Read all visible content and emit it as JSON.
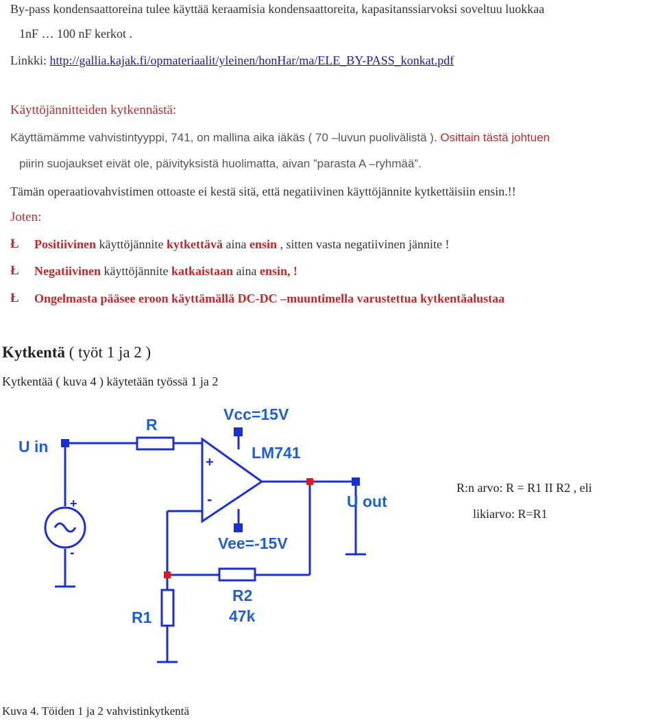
{
  "intro": {
    "line1": "By-pass kondensaattoreina tulee käyttää keraamisia kondensaattoreita, kapasitanssiarvoksi soveltuu luokkaa",
    "line2": "1nF … 100 nF kerkot ."
  },
  "link": {
    "prefix": "Linkki: ",
    "url": "http://gallia.kajak.fi/opmateriaalit/yleinen/honHar/ma/ELE_BY-PASS_konkat.pdf"
  },
  "supply": {
    "heading": "Käyttöjännitteiden kytkennästä:",
    "para1": "Käyttämämme vahvistintyyppi, 741, on mallina aika iäkäs ( 70 –luvun puolivälistä ).",
    "para1b": " Osittain tästä johtuen",
    "para2": "piirin suojaukset eivät ole, päivityksistä huolimatta, aivan ”parasta A –ryhmää”.",
    "para3": "Tämän operaatiovahvistimen ottoaste ei kestä sitä, että negatiivinen käyttöjännite kytkettäisiin ensin.!!",
    "joten": "Joten:"
  },
  "bullets": {
    "symbol": "Ł",
    "b1": {
      "a": "Positiivinen",
      "b": " käyttöjännite ",
      "c": "kytkettävä",
      "d": " aina ",
      "e": "ensin",
      "f": " , sitten vasta negatiivinen jännite !"
    },
    "b2": {
      "a": "Negatiivinen",
      "b": " käyttöjännite ",
      "c": "katkaistaan",
      "d": " aina ",
      "e": "ensin, !"
    },
    "b3": "Ongelmasta pääsee eroon käyttämällä DC-DC –muuntimella varustettua kytkentäalustaa"
  },
  "section": {
    "title_bold": "Kytkentä",
    "title_rest": " ( työt 1 ja 2 )",
    "desc": "Kytkentää ( kuva 4 ) käytetään työssä 1 ja 2"
  },
  "circuit": {
    "vcc": "Vcc=15V",
    "vee": "Vee=-15V",
    "opamp": "LM741",
    "r": "R",
    "uin": "U in",
    "uout": "U out",
    "r1": "R1",
    "r2": "R2",
    "r2_value": "47k",
    "plus": "+",
    "minus": "-",
    "wire_color": "#1a2ed6",
    "node_color": "#e0181c"
  },
  "side": {
    "line1": "R:n arvo:  R = R1 II R2  , eli",
    "line2": "likiarvo: R=R1"
  },
  "caption": "Kuva 4. Töiden 1 ja 2 vahvistinkytkentä"
}
